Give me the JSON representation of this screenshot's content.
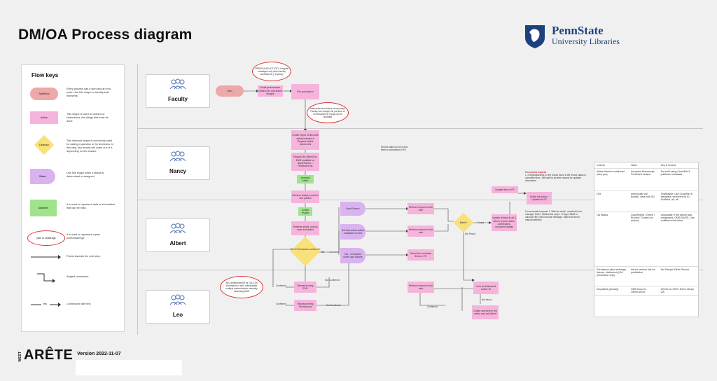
{
  "title": "DM/OA Process diagram",
  "logo": {
    "name": "PennState",
    "sub": "University Libraries",
    "color": "#1e407c"
  },
  "flow_keys": {
    "header": "Flow keys",
    "items": [
      {
        "shape": "Start/End",
        "text": "Every process has a start and an end point. Use this shape to identify both moments."
      },
      {
        "shape": "Action",
        "text": "This shape is used for actions or instructions, the things that must be done."
      },
      {
        "shape": "Decision",
        "text": "The diamond shape is commonly used for asking a question or for decisions. In this step, two arrows will come out of it, depending on the answer."
      },
      {
        "shape": "Status",
        "text": "Use this shape when a status is determined or assigned"
      },
      {
        "shape": "Data/Info",
        "text": "It is used to represent data or information that can be read."
      },
      {
        "shape": "pain or challenge",
        "text": "It is used to represent a pain point/challenge"
      },
      {
        "shape": "",
        "text": "Points towards the next step."
      },
      {
        "shape": "",
        "text": "Angled connectors."
      },
      {
        "shape": "Yes",
        "text": "Connectors with text."
      }
    ]
  },
  "lanes": [
    "Faculty",
    "Nancy",
    "Albert",
    "Leo"
  ],
  "faculty": {
    "start": "Start",
    "box1": "Email performance related info and article images",
    "box2": "File submission",
    "note1": "*IRREGULAR ACTIVITY: Irregular messages only when faculty submissions (~5 years)",
    "note2": "Inaccurate ad revenue or reporting. Faculty can change the pre-fund or not disclosed in a way can be outdated"
  },
  "nancy": {
    "box1": "Create report of files with article indexed & Request status documents",
    "box2": "Request for Albert/Leo DMS available on departments > Reviewers list",
    "green1": "Invested Albert",
    "plain1": "Record status for all & new items to completion in FE"
  },
  "albert": {
    "box1": "Retrieve analyze content and publish",
    "green1": "Create Project",
    "box2": "Retrieve article, journal level and status",
    "decision1": "Will & Permissions confirmed?",
    "yes": "Yes",
    "purple1": "New Record",
    "purple2": "Not Recorded/ collect metadata/ no text",
    "purple3": "Yes - not shared under own license",
    "box_r1": "Retrieve request to the user",
    "box_r2": "Retrieve request to the user",
    "box_r3": "Select the metadata fields in FE",
    "decision2": "Match?",
    "found": "Found",
    "not_found": "Not Found",
    "box_u1": "Update at least in all & others record, dates, contributors, document details",
    "box_u2": "Update item or FE",
    "box_u3": "Notify the author. Updated in FE",
    "red_label": "For current request:",
    "red_text": "1. If deposit/access for the record found & the record status is completed then. Still wait for another request for updated information",
    "plain_future": "For successful request: 1. With the script - email with text manager. Edit 2. Without the script: - If tag in MMS or unknown file, Edit a manual message. Search all text in manual attention"
  },
  "leo": {
    "note": "Acc. deleted/reprint for OA & Ed information to sort, manipulated multiple content article manually searching DMS",
    "box1": "Research/ming E&R",
    "box2": "Research/ming Permissions",
    "confirmed1": "Confirmed",
    "confirmed2": "Confirmed",
    "not_confirmed1": "Not Confirmed",
    "not_confirmed2": "Not Confirmed",
    "box_m1": "Retrieve request to the user",
    "box_m2": "Look for Abstract & author ID",
    "box_m3": "Create new item in the article and add Albert",
    "confirmed3": "Confirmed",
    "not_found": "Not found"
  },
  "table": {
    "headers": [
      "Criteria",
      "Value",
      "Key & Source"
    ],
    "rows": [
      [
        "Article Version confirmed (also yes)",
        "Accepted Manuscript Published version",
        "No build using CrossRef & publisher metadata"
      ],
      [
        "DOI",
        "prefix/suffix (all publish, date with ID)",
        "Yes/Maybe: Use CrossRef & metadata, searches by ID, PubMed, alt, alt"
      ],
      [
        "OA Status",
        "Gold/Hybrid / Green / Bronze / Closed (no author)",
        "Unpaywall: If the article was recognized, OMS/OASIS, Use a different the value"
      ],
      [
        "Permission (also embargo, license, statement) (OA permission only)",
        "link for version link for publication",
        "No Sherpa/ Other Source"
      ],
      [
        "Deposited (already)",
        "OMS found in OMS/OASIS",
        "All info for OMS: find in library OA"
      ]
    ]
  },
  "footer": {
    "side": "WEST",
    "brand": "ARÊTE",
    "version": "Version 2022-11-07"
  }
}
